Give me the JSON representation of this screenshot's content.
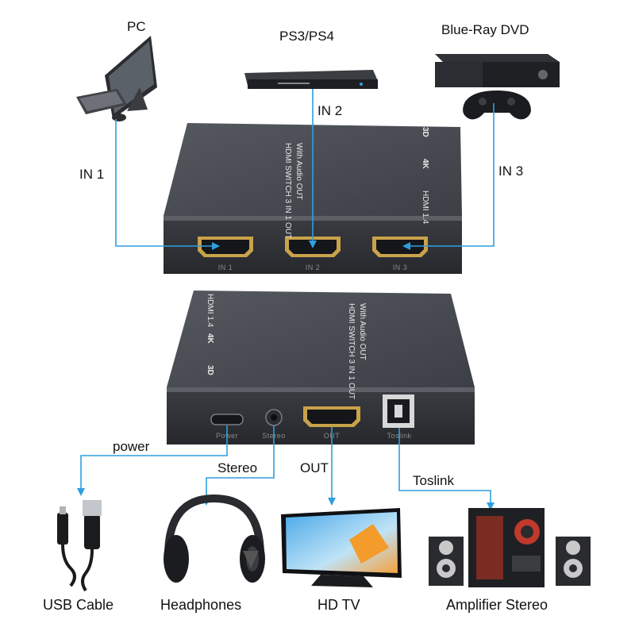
{
  "top_devices": [
    {
      "label": "PC",
      "icon": "pc-icon"
    },
    {
      "label": "PS3/PS4",
      "icon": "disc-player-icon"
    },
    {
      "label": "Blue-Ray DVD",
      "icon": "game-console-icon"
    }
  ],
  "inputs": {
    "in1": "IN 1",
    "in2": "IN 2",
    "in3": "IN 3"
  },
  "front_ports": [
    "IN 1",
    "IN 2",
    "IN 3"
  ],
  "box_top_text": {
    "line1": "HDMI SWITCH 3 IN 1 OUT",
    "line2": "With Audio OUT",
    "badge_3d": "3D",
    "badge_4k": "4K",
    "hdmi": "HDMI 1.4"
  },
  "back_ports": [
    "Power",
    "Stereo",
    "OUT",
    "Toslink"
  ],
  "outputs": {
    "power": "power",
    "stereo": "Stereo",
    "out": "OUT",
    "toslink": "Toslink"
  },
  "bottom_devices": [
    {
      "label": "USB Cable",
      "icon": "usb-cable-icon"
    },
    {
      "label": "Headphones",
      "icon": "headphones-icon"
    },
    {
      "label": "HD TV",
      "icon": "tv-icon"
    },
    {
      "label": "Amplifier Stereo",
      "icon": "speakers-icon"
    }
  ],
  "colors": {
    "wire": "#2f9fe0",
    "box_dark": "#35383d",
    "box_top": "#484c52",
    "hdmi_gold": "#c9a24a"
  }
}
